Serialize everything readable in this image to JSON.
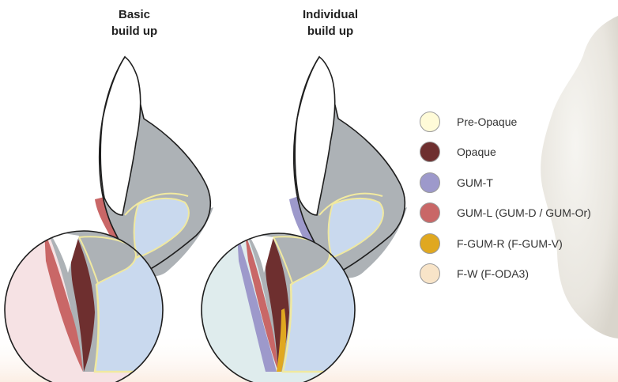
{
  "headings": {
    "basic": [
      "Basic",
      "build up"
    ],
    "individual": [
      "Individual",
      "build up"
    ]
  },
  "legend": [
    {
      "label": "Pre-Opaque",
      "color": "#fffbd8"
    },
    {
      "label": "Opaque",
      "color": "#6e2f2f"
    },
    {
      "label": "GUM-T",
      "color": "#9d99cb"
    },
    {
      "label": "GUM-L (GUM-D / GUM-Or)",
      "color": "#c96767"
    },
    {
      "label": "F-GUM-R (F-GUM-V)",
      "color": "#e0a820"
    },
    {
      "label": "F-W (F-ODA3)",
      "color": "#f8e4c8"
    }
  ],
  "colors": {
    "tooth_gray": "#adb2b6",
    "enamel": "#ffffff",
    "dentin_blue": "#c9d9ee",
    "basic_circle_bg": "#f6e2e4",
    "individual_circle_bg": "#dfeced",
    "model_white": "#eeece6"
  }
}
